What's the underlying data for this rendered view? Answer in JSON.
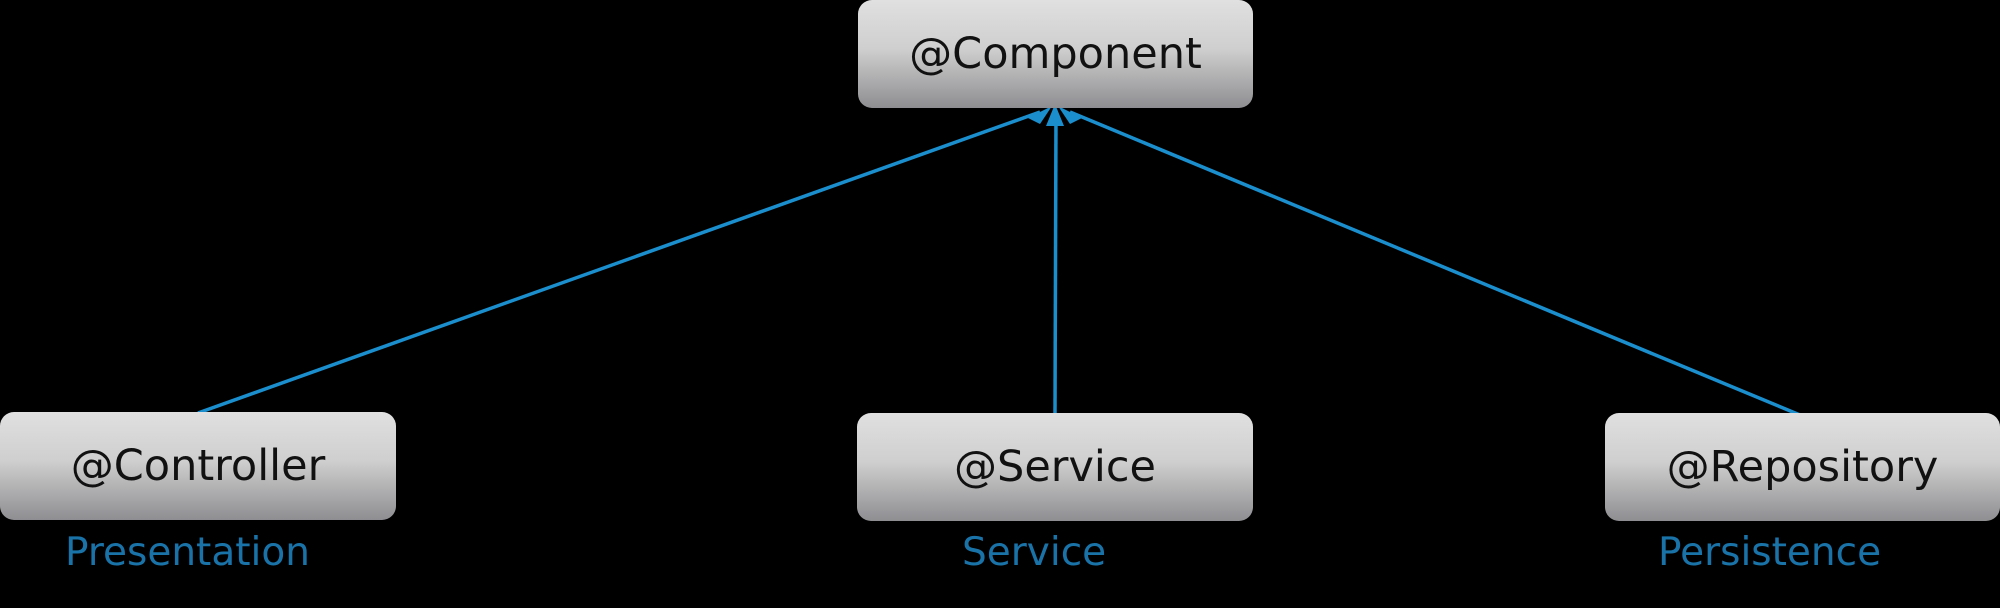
{
  "colors": {
    "background": "#000000",
    "arrow": "#1b8fcd",
    "layer_label": "#1a73a8",
    "box_text": "#111111"
  },
  "nodes": {
    "component": {
      "label": "@Component"
    },
    "controller": {
      "label": "@Controller",
      "layer": "Presentation"
    },
    "service": {
      "label": "@Service",
      "layer": "Service"
    },
    "repository": {
      "label": "@Repository",
      "layer": "Persistence"
    }
  },
  "edges": [
    {
      "from": "controller",
      "to": "component"
    },
    {
      "from": "service",
      "to": "component"
    },
    {
      "from": "repository",
      "to": "component"
    }
  ]
}
